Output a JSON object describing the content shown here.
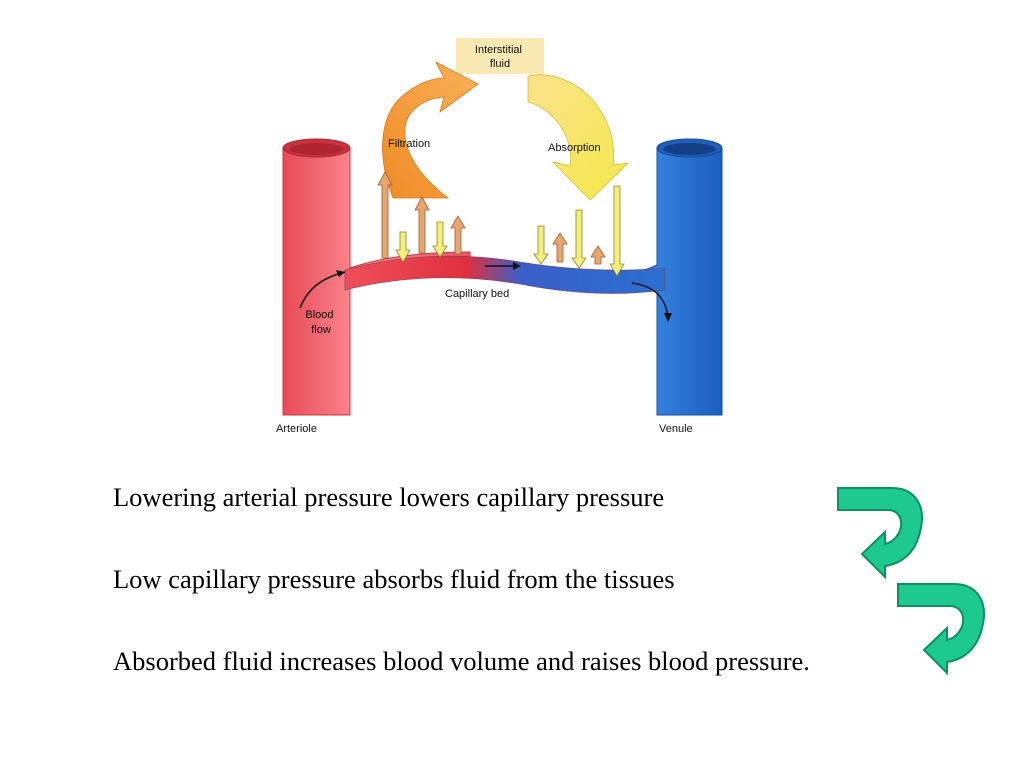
{
  "diagram": {
    "labels": {
      "interstitial": "Interstitial fluid",
      "filtration": "Filtration",
      "absorption": "Absorption",
      "capillary_bed": "Capillary bed",
      "blood_flow": "Blood flow",
      "arteriole": "Arteriole",
      "venule": "Venule"
    },
    "colors": {
      "arteriole": "#f06a70",
      "venule": "#2a72d0",
      "filtration_arrow": "#f39a2f",
      "absorption_arrow": "#f5ea52",
      "interstitial_box": "#fbe9b4",
      "capillary_red": "#e23a44",
      "capillary_blue": "#2a6fd0"
    }
  },
  "statements": [
    "Lowering arterial pressure lowers capillary pressure",
    "Low capillary pressure absorbs fluid from the tissues",
    "Absorbed fluid increases blood volume and raises blood pressure."
  ],
  "connector_color": "#1ec98f"
}
